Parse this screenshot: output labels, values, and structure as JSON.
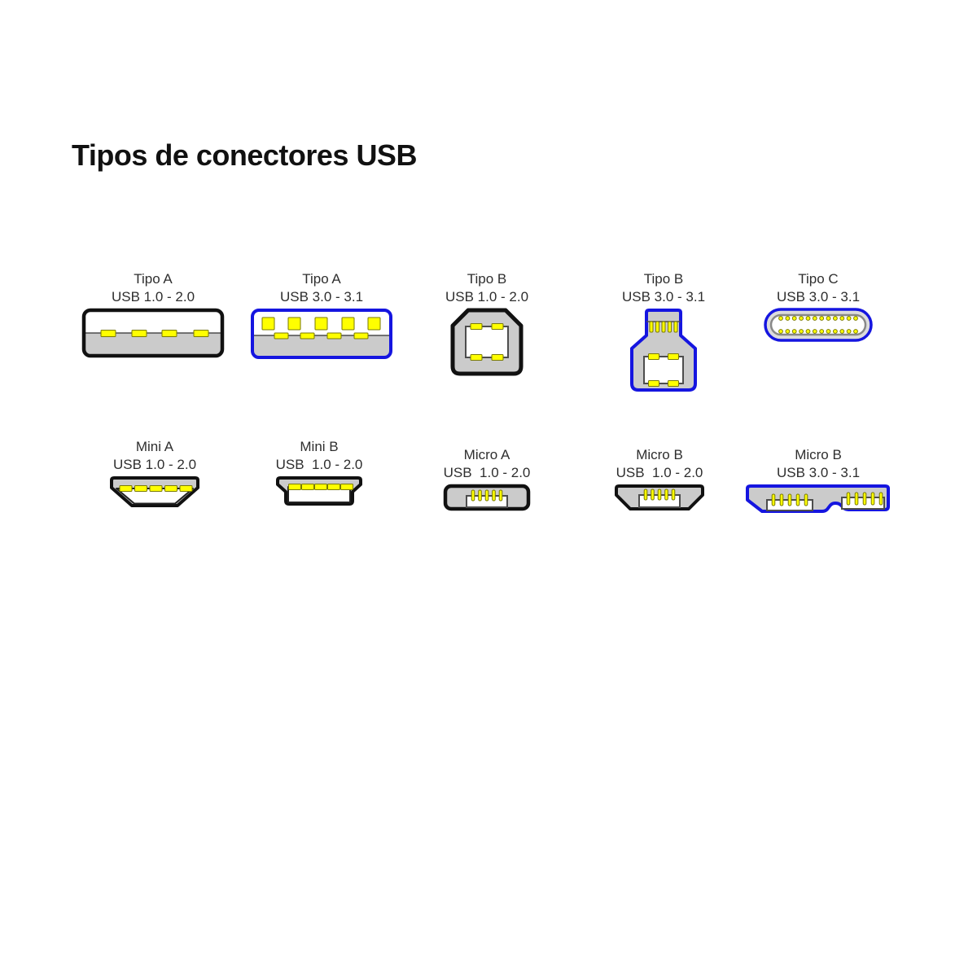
{
  "page": {
    "title": "Tipos de conectores USB"
  },
  "colors": {
    "outline_black": "#111111",
    "usb3_blue": "#1515e0",
    "shell_gray": "#cbcbcb",
    "typec_ring_gray": "#dcdcdc",
    "pin_yellow": "#ffff00",
    "pin_border": "#7a7a00",
    "inner_line": "#4d4d4d",
    "label_text": "#2e2e2e",
    "title_text": "#111111",
    "background": "#ffffff"
  },
  "connectors": {
    "row1": [
      {
        "type": "Tipo A",
        "version": "USB 1.0 - 2.0",
        "icon": "usb-type-a-2.0-connector-icon"
      },
      {
        "type": "Tipo A",
        "version": "USB 3.0 - 3.1",
        "icon": "usb-type-a-3.1-connector-icon"
      },
      {
        "type": "Tipo B",
        "version": "USB 1.0 - 2.0",
        "icon": "usb-type-b-2.0-connector-icon"
      },
      {
        "type": "Tipo B",
        "version": "USB 3.0 - 3.1",
        "icon": "usb-type-b-3.1-connector-icon"
      },
      {
        "type": "Tipo C",
        "version": "USB 3.0 - 3.1",
        "icon": "usb-type-c-connector-icon"
      }
    ],
    "row2": [
      {
        "type": "Mini A",
        "version": "USB 1.0 - 2.0",
        "icon": "usb-mini-a-connector-icon"
      },
      {
        "type": "Mini B",
        "version": "USB  1.0 - 2.0",
        "icon": "usb-mini-b-connector-icon"
      },
      {
        "type": "Micro A",
        "version": "USB  1.0 - 2.0",
        "icon": "usb-micro-a-connector-icon"
      },
      {
        "type": "Micro B",
        "version": "USB  1.0 - 2.0",
        "icon": "usb-micro-b-2.0-connector-icon"
      },
      {
        "type": "Micro B",
        "version": "USB 3.0 - 3.1",
        "icon": "usb-micro-b-3.1-connector-icon"
      }
    ]
  }
}
